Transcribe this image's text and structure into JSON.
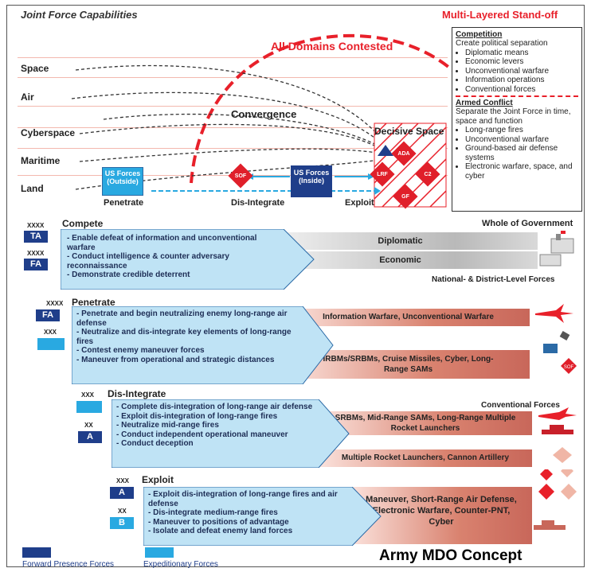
{
  "header": {
    "title": "Joint Force Capabilities",
    "standoff_title": "Multi-Layered Stand-off",
    "contested": "All Domains Contested",
    "convergence": "Convergence",
    "decisive_space": "Decisive Space"
  },
  "domains": [
    "Space",
    "Air",
    "Cyberspace",
    "Maritime",
    "Land"
  ],
  "forces": {
    "outside": "US Forces (Outside)",
    "inside": "US Forces (Inside)",
    "sof": "SOF",
    "ada": "ADA",
    "lrf": "LRF",
    "c2": "C2",
    "gf": "GF"
  },
  "phases_top": {
    "penetrate": "Penetrate",
    "disintegrate": "Dis-Integrate",
    "exploit": "Exploit"
  },
  "side_box": {
    "competition_title": "Competition",
    "competition_sub": "Create political separation",
    "competition_items": [
      "Diplomatic means",
      "Economic levers",
      "Unconventional warfare",
      "Information operations",
      "Conventional forces"
    ],
    "conflict_title": "Armed Conflict",
    "conflict_sub": "Separate the Joint Force in time, space and function",
    "conflict_items": [
      "Long-range fires",
      "Unconventional warfare",
      "Ground-based air defense systems",
      "Electronic warfare, space, and cyber"
    ]
  },
  "compete": {
    "title": "Compete",
    "tag1": "TA",
    "tag2": "FA",
    "xxxx": "XXXX",
    "bullets": [
      "- Enable defeat of information and unconventional warfare",
      "- Conduct intelligence & counter adversary reconnaissance",
      "- Demonstrate credible deterrent"
    ],
    "right_top": "Whole of Government",
    "band1": "Diplomatic",
    "band2": "Economic",
    "right_bottom": "National- & District-Level Forces"
  },
  "penetrate": {
    "title": "Penetrate",
    "tag": "FA",
    "xxxx": "XXXX",
    "xxx": "XXX",
    "bullets": [
      "- Penetrate and begin neutralizing enemy long-range air defense",
      "- Neutralize and dis-integrate key elements of long-range fires",
      "- Contest enemy maneuver forces",
      "- Maneuver from operational and strategic distances"
    ],
    "band1": "Information Warfare, Unconventional Warfare",
    "band2": "IRBMs/SRBMs, Cruise Missiles, Cyber, Long-Range SAMs",
    "sof": "SOF"
  },
  "disintegrate": {
    "title": "Dis-Integrate",
    "tag": "A",
    "xxx": "XXX",
    "xx": "XX",
    "bullets": [
      "- Complete dis-integration of long-range air defense",
      "- Exploit dis-integration of long-range fires",
      "- Neutralize mid-range fires",
      "- Conduct independent operational maneuver",
      "- Conduct deception"
    ],
    "right_top": "Conventional Forces",
    "band1": "SRBMs, Mid-Range SAMs, Long-Range Multiple Rocket Launchers",
    "band2": "Multiple Rocket Launchers, Cannon Artillery"
  },
  "exploit": {
    "title": "Exploit",
    "tag1": "A",
    "tag2": "B",
    "xxx": "XXX",
    "xx": "XX",
    "bullets": [
      "- Exploit dis-integration of long-range fires and air defense",
      "- Dis-integrate medium-range fires",
      "- Maneuver to positions of advantage",
      "- Isolate and defeat enemy land forces"
    ],
    "band1": "Maneuver, Short-Range Air Defense, Electronic Warfare, Counter-PNT, Cyber"
  },
  "legend": {
    "forward": "Forward Presence Forces",
    "expeditionary": "Expeditionary Forces"
  },
  "footer": "Army MDO Concept",
  "colors": {
    "accent_red": "#e8202a",
    "navy": "#1f3e8a",
    "light_blue": "#bfe3f5"
  }
}
